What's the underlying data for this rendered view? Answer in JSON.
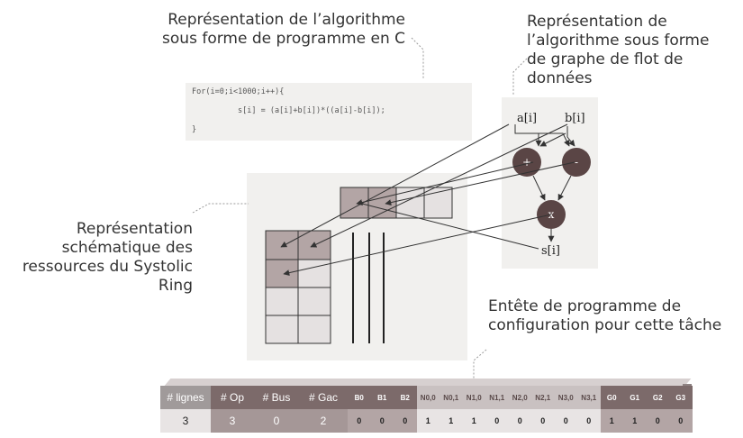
{
  "captions": {
    "c_program": [
      "Représentation de l’algorithme",
      "sous forme de programme en C"
    ],
    "dataflow": [
      "Représentation de",
      "l’algorithme  sous forme",
      "de graphe de flot de",
      "données"
    ],
    "resources": [
      "Représentation",
      "schématique des",
      "ressources du Systolic",
      "Ring"
    ],
    "header": [
      "Entête de programme de",
      "configuration pour cette tâche"
    ]
  },
  "code": {
    "line1": "For(i=0;i<1000;i++){",
    "line2": "s[i] = (a[i]+b[i])*((a[i]-b[i]);",
    "line3": "}"
  },
  "dfg": {
    "input_a": "a[i]",
    "input_b": "b[i]",
    "op_add": "+",
    "op_sub": "-",
    "op_mul": "x",
    "output": "s[i]"
  },
  "table": {
    "headers_main": [
      "# lignes",
      "# Op",
      "# Bus",
      "# Gac"
    ],
    "values_main": [
      "3",
      "3",
      "0",
      "2"
    ],
    "headers_bits": [
      "B0",
      "B1",
      "B2",
      "N0,0",
      "N0,1",
      "N1,0",
      "N1,1",
      "N2,0",
      "N2,1",
      "N3,0",
      "N3,1",
      "G0",
      "G1",
      "G2",
      "G3"
    ],
    "values_bits": [
      "0",
      "0",
      "0",
      "1",
      "1",
      "1",
      "0",
      "0",
      "0",
      "0",
      "0",
      "1",
      "1",
      "0",
      "0"
    ]
  },
  "colors": {
    "panel_bg": "#f1f0ee",
    "cell_dark": "#b3a5a5",
    "cell_light": "#e5e1e1",
    "node_fill": "#5a4545",
    "hdr_gray": "#a09a9a",
    "hdr_dark": "#7c6a6a",
    "hdr_light": "#c9c1c1",
    "hdr_mid": "#a59797"
  }
}
